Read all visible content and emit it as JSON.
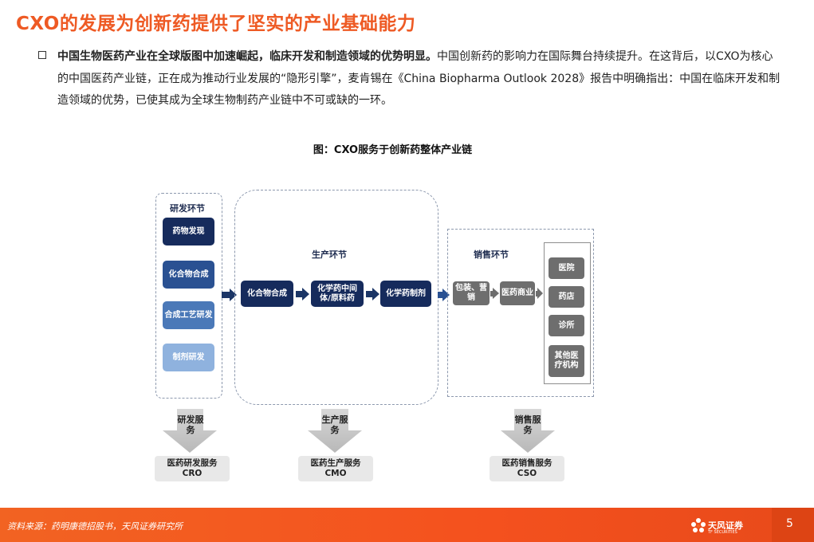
{
  "title": "CXO的发展为创新药提供了坚实的产业基础能力",
  "bullet": {
    "bold": "中国生物医药产业在全球版图中加速崛起，临床开发和制造领域的优势明显。",
    "rest": "中国创新药的影响力在国际舞台持续提升。在这背后，以CXO为核心的中国医药产业链，正在成为推动行业发展的“隐形引擎”，麦肯锡在《China Biopharma Outlook 2028》报告中明确指出：中国在临床开发和制造领域的优势，已使其成为全球生物制药产业链中不可或缺的一环。"
  },
  "figure_caption": "图：CXO服务于创新药整体产业链",
  "diagram": {
    "rd": {
      "label": "研发环节",
      "nodes": [
        "药物发现",
        "化合物合成",
        "合成工艺研发",
        "制剂研发"
      ]
    },
    "production": {
      "label": "生产环节",
      "nodes": [
        "化合物合成",
        "化学药中间体/原料药",
        "化学药制剂"
      ]
    },
    "sales": {
      "label": "销售环节",
      "nodes": [
        "包装、营销",
        "医药商业"
      ],
      "terminals": [
        "医院",
        "药店",
        "诊所",
        "其他医疗机构"
      ]
    },
    "services": [
      {
        "arrow_label": "研发服务",
        "box_name": "医药研发服务",
        "box_code": "CRO"
      },
      {
        "arrow_label": "生产服务",
        "box_name": "医药生产服务",
        "box_code": "CMO"
      },
      {
        "arrow_label": "销售服务",
        "box_name": "医药销售服务",
        "box_code": "CSO"
      }
    ]
  },
  "footer": {
    "source": "资料来源：药明康德招股书，天风证券研究所",
    "logo_text": "天风证券",
    "logo_sub": "TF SECURITIES",
    "page": "5"
  },
  "colors": {
    "title": "#ee5a24",
    "footer": "#f26322",
    "node_dark": "#162b5c",
    "node_gray": "#6e6e6e"
  }
}
